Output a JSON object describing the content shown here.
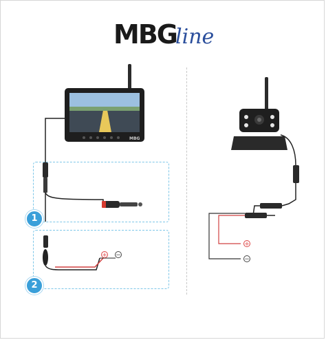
{
  "brand": {
    "logo_mark": "MBG",
    "logo_word": "line",
    "accent_color": "#2a4e9c"
  },
  "options": [
    {
      "number": "1",
      "label": "car-charger-power"
    },
    {
      "number": "2",
      "label": "direct-wire-power"
    }
  ],
  "monitor": {
    "brand_text": "MBG"
  },
  "polarity": {
    "plus": "+",
    "minus": "−"
  },
  "colors": {
    "wire_positive": "#d04040",
    "wire_negative": "#333333",
    "frame": "#7cc6e8"
  }
}
